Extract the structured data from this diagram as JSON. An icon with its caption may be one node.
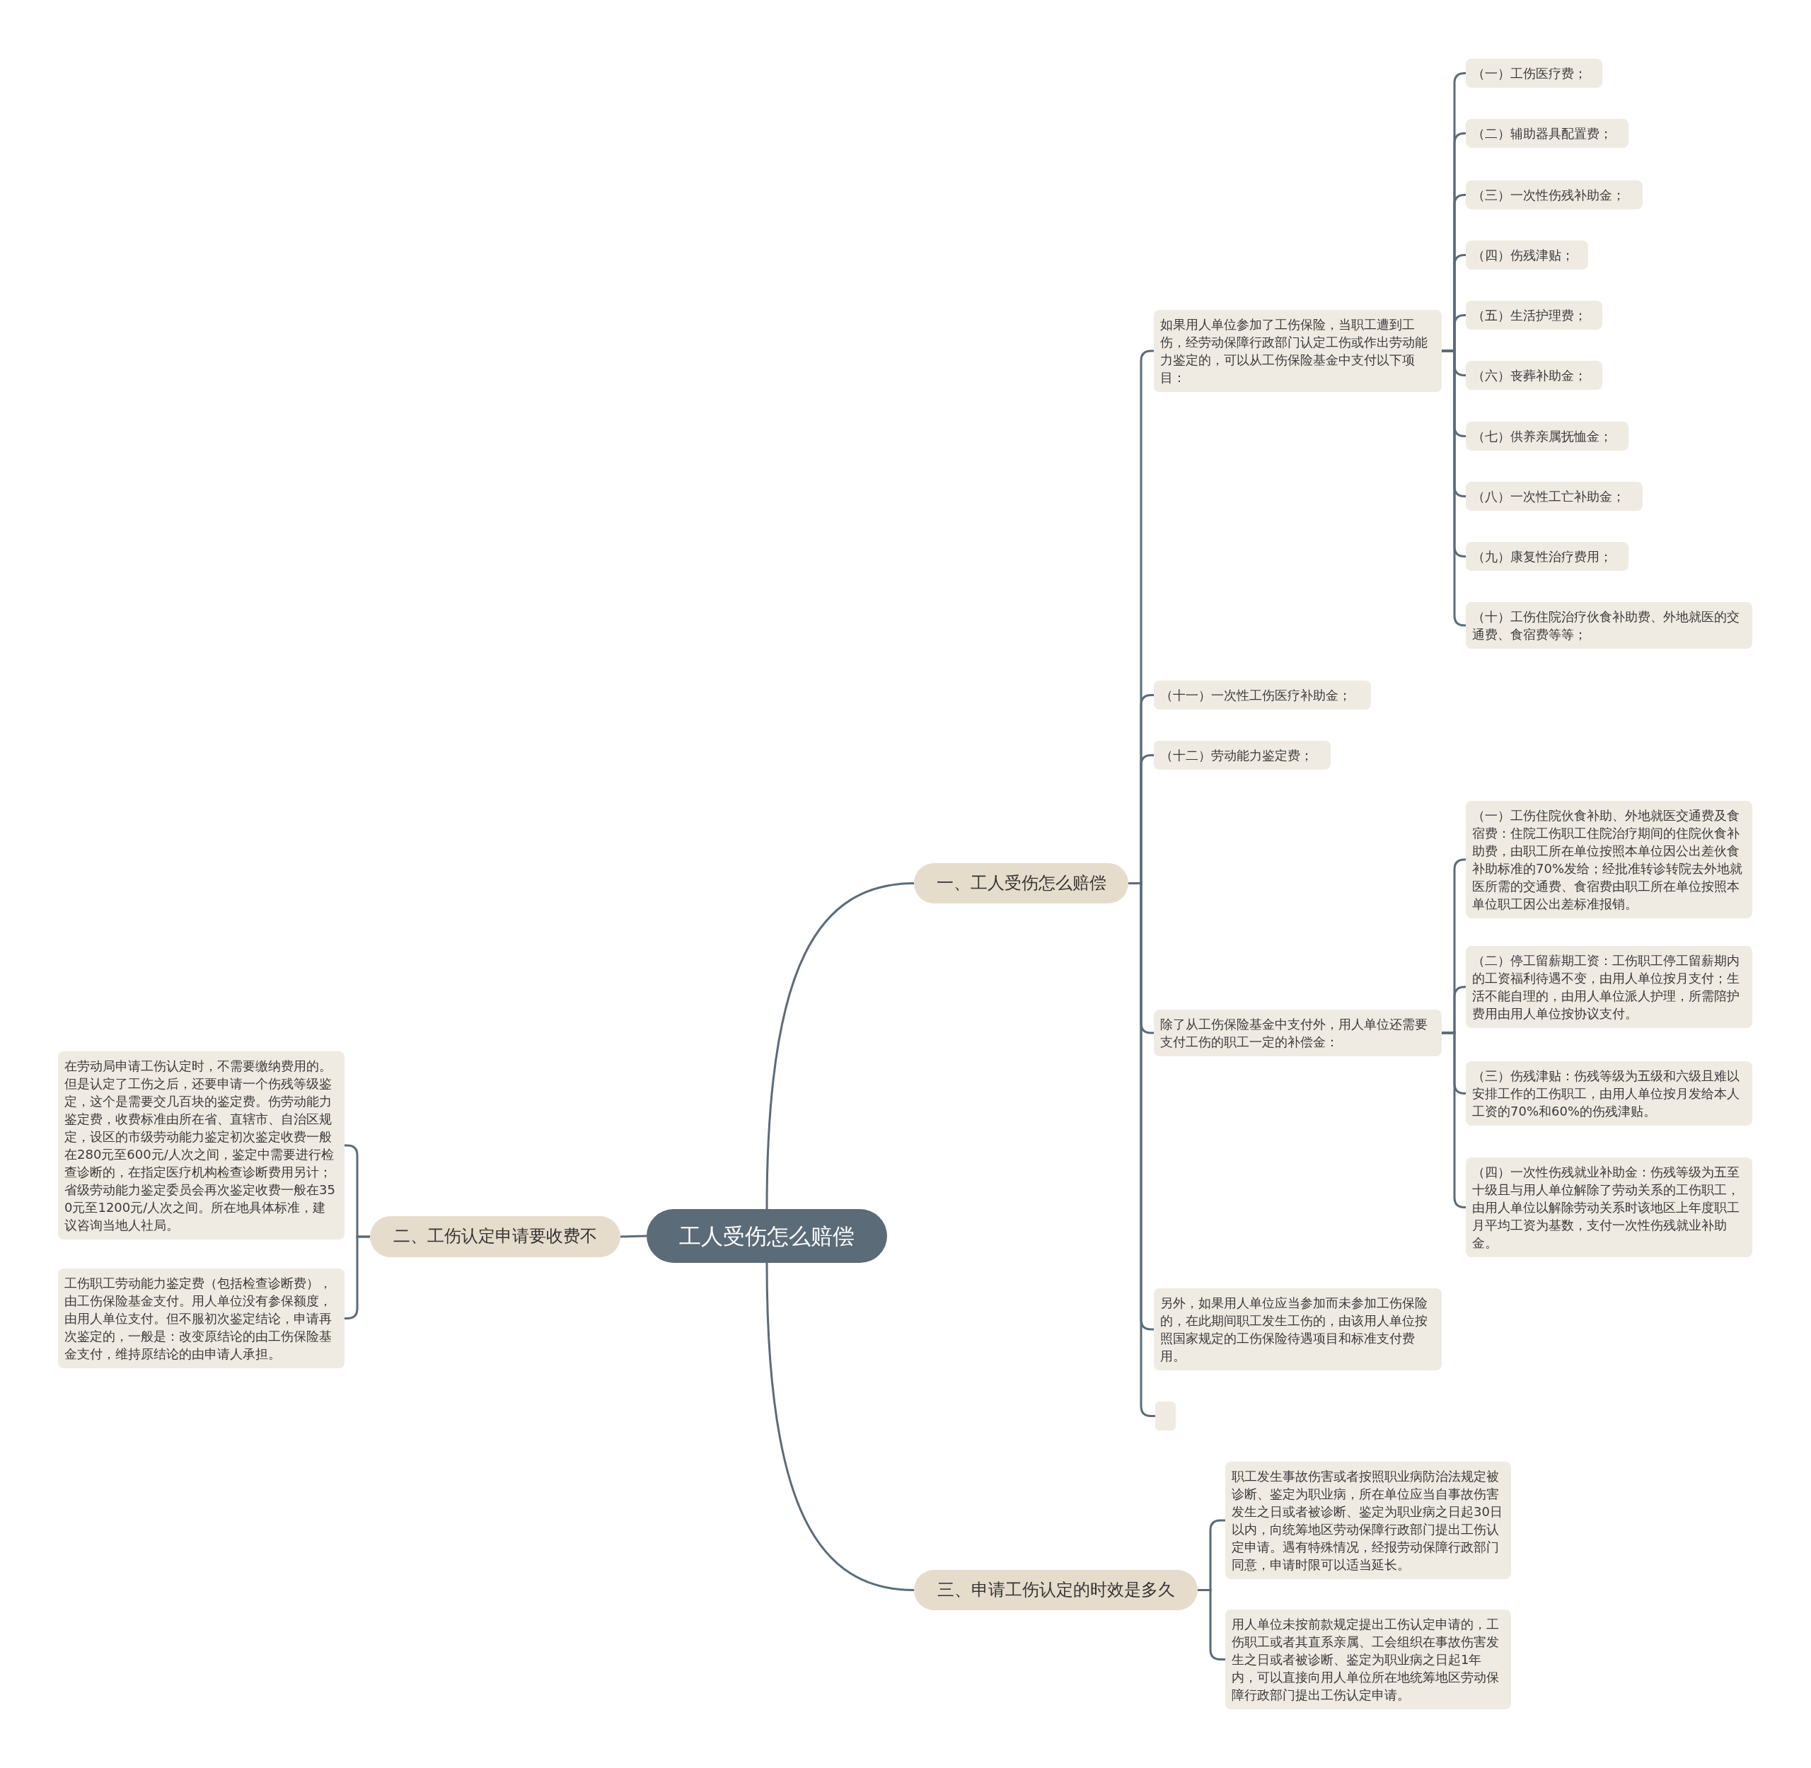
{
  "diagram": {
    "nodes": [
      {
        "text": [
          "工人受伤怎么赔偿"
        ]
      },
      {
        "text": [
          "一、工人受伤怎么赔偿"
        ]
      },
      {
        "text": [
          "如果用人单位参加了工伤保险，当职工遭到工伤，经劳动保障行政部门认定工伤或作出劳动能力鉴定的，可以从工伤保险基金中支付以下项目："
        ]
      },
      {
        "text": [
          "（一）工伤医疗费；"
        ]
      },
      {
        "text": [
          "（二）辅助器具配置费；"
        ]
      },
      {
        "text": [
          "（三）一次性伤残补助金；"
        ]
      },
      {
        "text": [
          "（四）伤残津贴；"
        ]
      },
      {
        "text": [
          "（五）生活护理费；"
        ]
      },
      {
        "text": [
          "（六）丧葬补助金；"
        ]
      },
      {
        "text": [
          "（七）供养亲属抚恤金；"
        ]
      },
      {
        "text": [
          "（八）一次性工亡补助金；"
        ]
      },
      {
        "text": [
          "（九）康复性治疗费用；"
        ]
      },
      {
        "text": [
          "（十）工伤住院治疗伙食补助费、外地就医的交通费、食宿费等等；"
        ]
      },
      {
        "text": [
          "（十一）一次性工伤医疗补助金；"
        ]
      },
      {
        "text": [
          "（十二）劳动能力鉴定费；"
        ]
      },
      {
        "text": [
          "除了从工伤保险基金中支付外，用人单位还需要支付工伤的职工一定的补偿金："
        ]
      },
      {
        "text": [
          "（一）工伤住院伙食补助、外地就医交通费及食宿费：住院工伤职工住院治疗期间的住院伙食补助费，由职工所在单位按照本单位因公出差伙食补助标准的70%发给；经批准转诊转院去外地就医所需的交通费、食宿费由职工所在单位按照本单位职工因公出差标准报销。"
        ]
      },
      {
        "text": [
          "（二）停工留薪期工资：工伤职工停工留薪期内的工资福利待遇不变，由用人单位按月支付；生活不能自理的，由用人单位派人护理，所需陪护费用由用人单位按协议支付。"
        ]
      },
      {
        "text": [
          "（三）伤残津贴：伤残等级为五级和六级且难以安排工作的工伤职工，由用人单位按月发给本人工资的70%和60%的伤残津贴。"
        ]
      },
      {
        "text": [
          "（四）一次性伤残就业补助金：伤残等级为五至十级且与用人单位解除了劳动关系的工伤职工，由用人单位以解除劳动关系时该地区上年度职工月平均工资为基数，支付一次性伤残就业补助金。"
        ]
      },
      {
        "text": [
          "另外，如果用人单位应当参加而未参加工伤保险的，在此期间职工发生工伤的，由该用人单位按照国家规定的工伤保险待遇项目和标准支付费用。"
        ]
      },
      {
        "text": [],
        "shape": "box"
      },
      {
        "text": [
          "二、工伤认定申请要收费不"
        ]
      },
      {
        "text": [
          "在劳动局申请工伤认定时，不需要缴纳费用的。但是认定了工伤之后，还要申请一个伤残等级鉴定，这个是需要交几百块的鉴定费。伤劳动能力鉴定费，收费标准由所在省、直辖市、自治区规定，设区的市级劳动能力鉴定初次鉴定收费一般在280元至600元/人次之间，鉴定中需要进行检查诊断的，在指定医疗机构检查诊断费用另计；省级劳动能力鉴定委员会再次鉴定收费一般在350元至1200元/人次之间。所在地具体标准，建议咨询当地人社局。"
        ]
      },
      {
        "text": [
          "工伤职工劳动能力鉴定费（包括检查诊断费），由工伤保险基金支付。用人单位没有参保额度，由用人单位支付。但不服初次鉴定结论，申请再次鉴定的，一般是：改变原结论的由工伤保险基金支付，维持原结论的由申请人承担。"
        ]
      },
      {
        "text": [
          "三、申请工伤认定的时效是多久"
        ]
      },
      {
        "text": [
          "职工发生事故伤害或者按照职业病防治法规定被诊断、鉴定为职业病，所在单位应当自事故伤害发生之日或者被诊断、鉴定为职业病之日起30日以内，向统筹地区劳动保障行政部门提出工伤认定申请。遇有特殊情况，经报劳动保障行政部门同意，申请时限可以适当延长。"
        ]
      },
      {
        "text": [
          "用人单位未按前款规定提出工伤认定申请的，工伤职工或者其直系亲属、工会组织在事故伤害发生之日或者被诊断、鉴定为职业病之日起1年内，可以直接向用人单位所在地统筹地区劳动保障行政部门提出工伤认定申请。"
        ]
      }
    ],
    "edges": [
      {
        "from": 0,
        "to": 1,
        "arrow": "none"
      },
      {
        "from": 1,
        "to": 2,
        "arrow": "none"
      },
      {
        "from": 2,
        "to": 3,
        "arrow": "none"
      },
      {
        "from": 2,
        "to": 4,
        "arrow": "none"
      },
      {
        "from": 2,
        "to": 5,
        "arrow": "none"
      },
      {
        "from": 2,
        "to": 6,
        "arrow": "none"
      },
      {
        "from": 2,
        "to": 7,
        "arrow": "none"
      },
      {
        "from": 2,
        "to": 8,
        "arrow": "none"
      },
      {
        "from": 2,
        "to": 9,
        "arrow": "none"
      },
      {
        "from": 2,
        "to": 10,
        "arrow": "none"
      },
      {
        "from": 2,
        "to": 11,
        "arrow": "none"
      },
      {
        "from": 2,
        "to": 12,
        "arrow": "none"
      },
      {
        "from": 1,
        "to": 13,
        "arrow": "none"
      },
      {
        "from": 1,
        "to": 14,
        "arrow": "none"
      },
      {
        "from": 1,
        "to": 15,
        "arrow": "none"
      },
      {
        "from": 15,
        "to": 16,
        "arrow": "none"
      },
      {
        "from": 15,
        "to": 17,
        "arrow": "none"
      },
      {
        "from": 15,
        "to": 18,
        "arrow": "none"
      },
      {
        "from": 15,
        "to": 19,
        "arrow": "none"
      },
      {
        "from": 1,
        "to": 20,
        "arrow": "none"
      },
      {
        "from": 1,
        "to": 21,
        "arrow": "none"
      },
      {
        "from": 0,
        "to": 22,
        "arrow": "none"
      },
      {
        "from": 22,
        "to": 23,
        "arrow": "none"
      },
      {
        "from": 22,
        "to": 24,
        "arrow": "none"
      },
      {
        "from": 0,
        "to": 25,
        "arrow": "none"
      },
      {
        "from": 25,
        "to": 26,
        "arrow": "none"
      },
      {
        "from": 25,
        "to": 27,
        "arrow": "none"
      }
    ]
  }
}
